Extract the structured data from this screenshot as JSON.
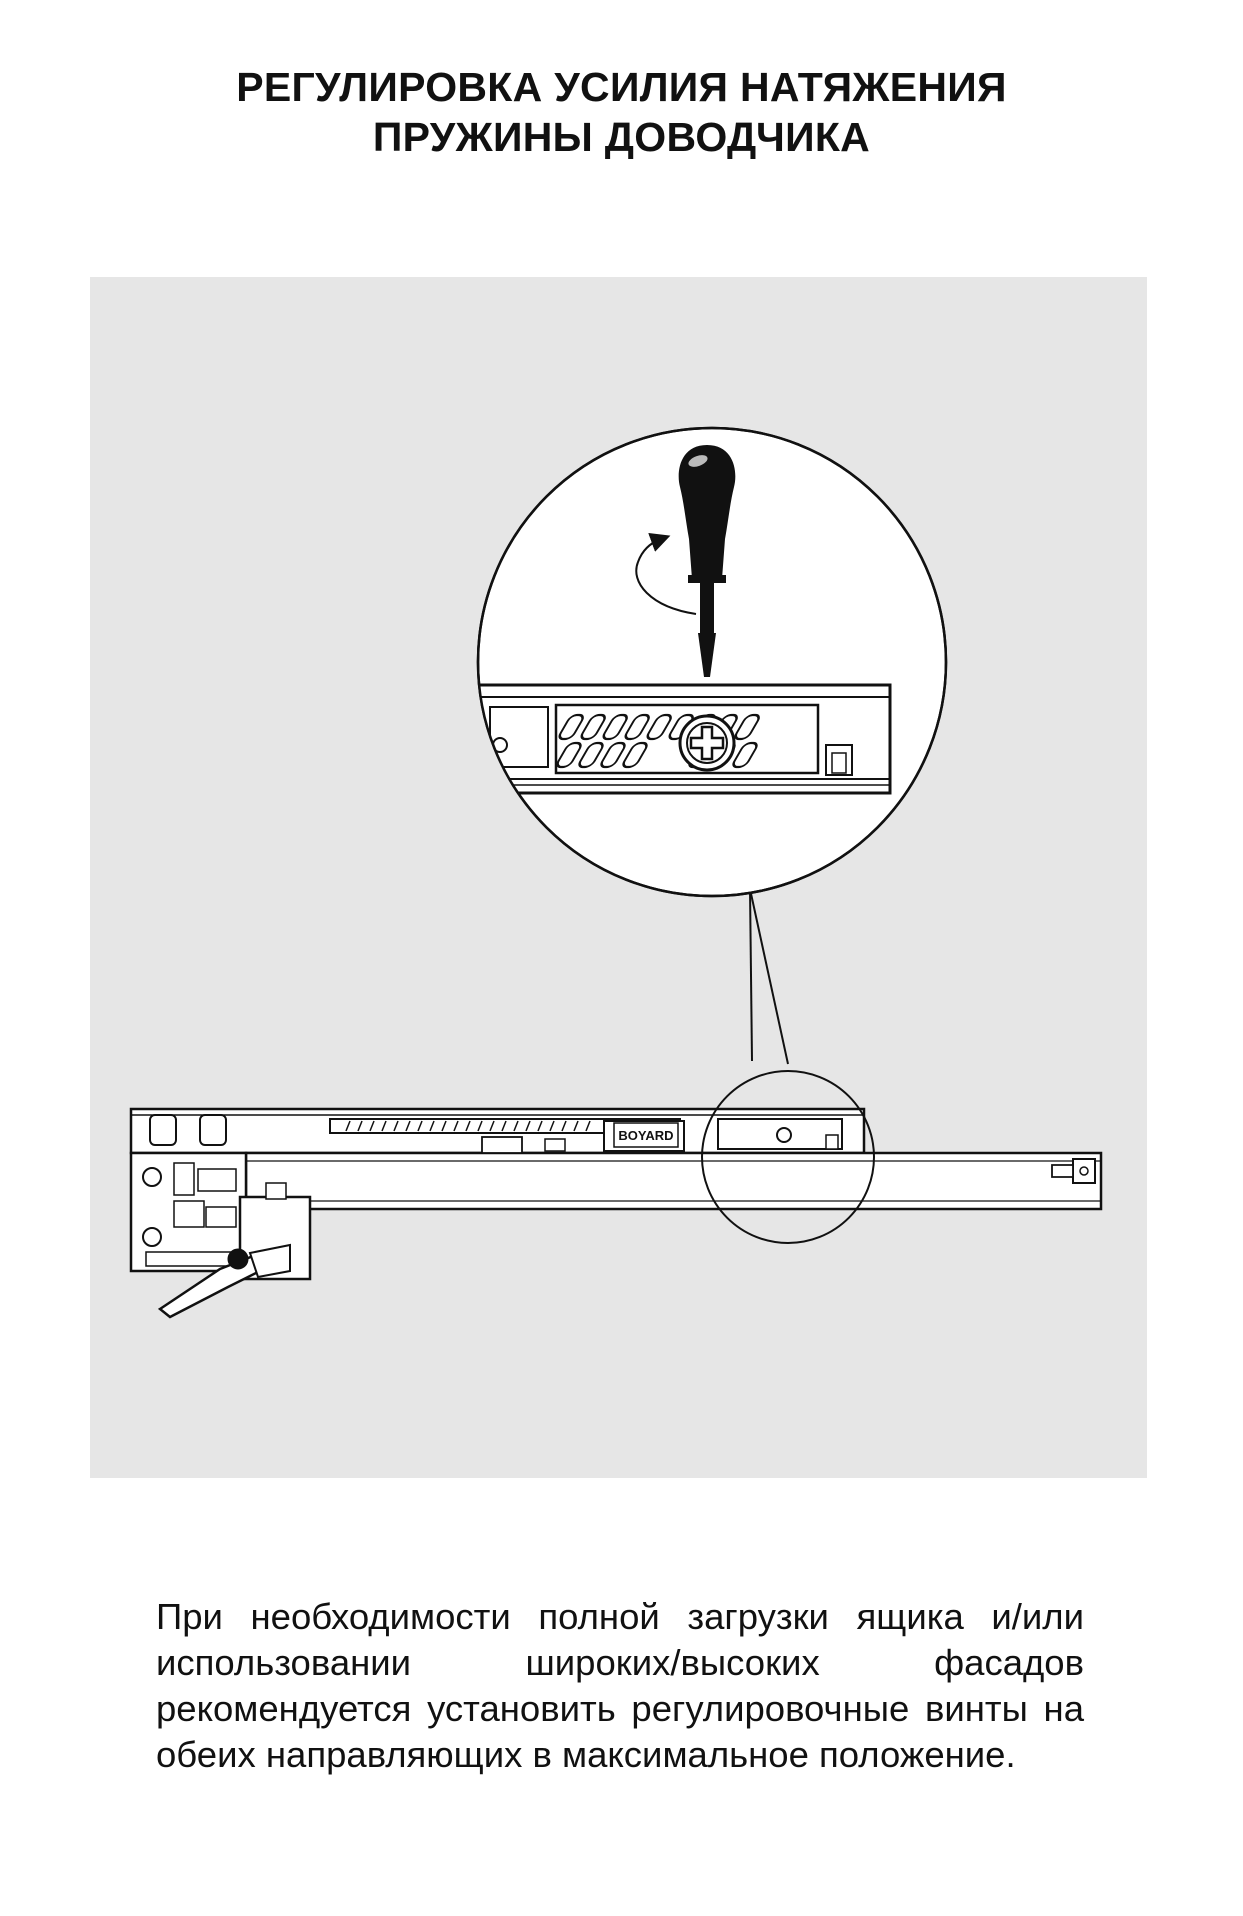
{
  "title": {
    "line1": "РЕГУЛИРОВКА УСИЛИЯ НАТЯЖЕНИЯ",
    "line2": "ПРУЖИНЫ ДОВОДЧИКА"
  },
  "figure": {
    "brand_label": "BOYARD",
    "background_color": "#e6e6e6"
  },
  "instruction": {
    "text": "При необходимости полной загрузки ящика и/или использовании широких/высоких фасадов рекомендуется установить регулировочные винты на обеих направляющих в максимальное положение."
  }
}
